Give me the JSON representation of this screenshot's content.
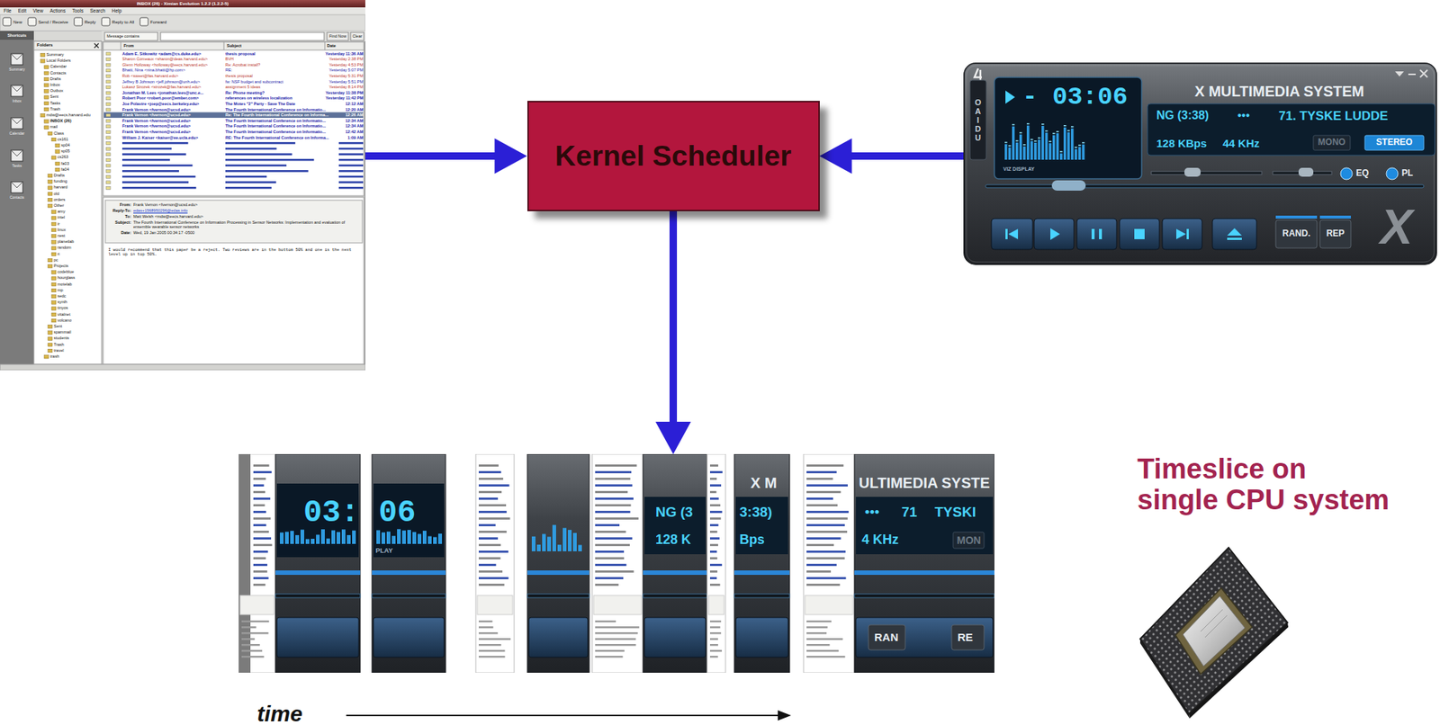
{
  "diagram": {
    "nodes": [
      {
        "text": [
          "INBOX (26) - Ximian Evolution 1.2.2 (1.2.2-5)",
          "File",
          "Edit",
          "View",
          "Actions",
          "Tools",
          "Search",
          "Help",
          "New",
          "Send / Receive",
          "Reply",
          "Reply to All",
          "Forward",
          "Shortcuts",
          "Summary",
          "Inbox",
          "Calendar",
          "Tasks",
          "Contacts",
          "Folders",
          "Summary",
          "Local Folders",
          "Calendar",
          "Contacts",
          "Drafts",
          "Inbox",
          "Outbox",
          "Sent",
          "Tasks",
          "Trash",
          "mdw@eecs.harvard.edu",
          "INBOX (26)",
          "mail",
          "Class",
          "cs161",
          "sp04",
          "sp05",
          "cs263",
          "fa03",
          "fa04",
          "Drafts",
          "funding",
          "harvard",
          "old",
          "orders",
          "Other",
          "amy",
          "intel",
          "ir",
          "linux",
          "nest",
          "planetlab",
          "random",
          "ri",
          "pc",
          "Projects",
          "codeblue",
          "hourglass",
          "motelab",
          "mp",
          "sedc",
          "synth",
          "tinyos",
          "vitalnet",
          "volcano",
          "Sent",
          "spammail",
          "students",
          "Trash",
          "travel",
          "trash",
          "Message contains",
          "Find Now",
          "Clear",
          "From",
          "Subject",
          "Date",
          "Adam E. Sitkowitz <adam@cs.duke.edu>",
          "thesis proposal",
          "Yesterday 11:36 AM",
          "Sharon Comeaux <sharon@deas.harvard.edu>",
          "BVH",
          "Yesterday 2:38 PM",
          "Glenn Holloway <holloway@eecs.harvard.edu>",
          "Re: Acrobat install?",
          "Yesterday 4:53 PM",
          "Bhatti, Nina <nina.bhatti@hp.com>",
          "RE:",
          "Yesterday 5:07 PM",
          "Rob <sweet@fas.harvard.edu>",
          "thesis proposal",
          "Yesterday 5:31 PM",
          "Jeffrey B Johnson <jeff.johnson@unh.edu>",
          "fw: NSF budget and subcontract",
          "Yesterday 5:51 PM",
          "Lukasz Strozek <strozek@fas.harvard.edu>",
          "assignment 5 ideas",
          "Yesterday 8:14 PM",
          "Jonathan M. Lees <jonathan.lees@unc.e...",
          "Re: Phone meeting?",
          "Yesterday 11:38 PM",
          "Robert Poor <robert.poor@ember.com>",
          "references on wireless localization",
          "Yesterday 11:42 PM",
          "Joe Polastre <joep@eecs.berkeley.edu>",
          "The Motes \"2\" Party - Save The Date",
          "12:12 AM",
          "Frank Vernon <fvernon@ucsd.edu>",
          "The Fourth International Conference on Informatio...",
          "12:20 AM",
          "Frank Vernon <fvernon@ucsd.edu>",
          "Re: The Fourth International Conference on Informa...",
          "12:26 AM",
          "Frank Vernon <fvernon@ucsd.edu>",
          "The Fourth International Conference on Informatio...",
          "12:34 AM",
          "Frank Vernon <fvernon@ucsd.edu>",
          "The Fourth International Conference on Informatio...",
          "12:34 AM",
          "Frank Vernon <fvernon@ucsd.edu>",
          "The Fourth International Conference on Informatio...",
          "12:42 AM",
          "William J. Kaiser <kaiser@ee.ucla.edu>",
          "RE: The Fourth International Conference on Informa...",
          "1:09 AM",
          "From:",
          "Frank Vernon <fvernon@ucsd.edu>",
          "Reply-To:",
          "edas+1568950296@edas.info",
          "To:",
          "Matt Welsh <mdw@eecs.harvard.edu>",
          "Subject:",
          "The Fourth International Conference on Information Processing in Sensor Networks: Implementation and evaluation of ensemble wearable sensor networks",
          "Date:",
          "Wed, 19 Jan 2005 00:34:17 -0500",
          "I would recommend that this paper be a reject. Two reviews are in the bottom 50% and one is the next level up in top 50%."
        ]
      },
      {
        "text": [
          "Kernel Scheduler"
        ]
      },
      {
        "text": [
          "X MULTIMEDIA SYSTEM",
          "- 03:06",
          "NG (3:38)",
          "•••",
          "71. TYSKE LUDDE",
          "128 KBps",
          "44 KHz",
          "MONO",
          "STEREO",
          "EQ",
          "PL",
          "VIZ DISPLAY",
          "OAIDU",
          "RAND.",
          "REP",
          "X"
        ]
      },
      {
        "text": [
          "03:",
          "06",
          "PLAY",
          "NG (3",
          "128 K",
          "X M",
          "3:38)",
          "Bps",
          "ULTIMEDIA SYSTE",
          "•••",
          "71",
          "TYSKI",
          "4 KHz",
          "MON",
          "RAN",
          "RE"
        ]
      }
    ],
    "edges": [
      {
        "from": 0,
        "to": 1,
        "arrow": "to"
      },
      {
        "from": 2,
        "to": 1,
        "arrow": "to"
      },
      {
        "from": 1,
        "to": 3,
        "arrow": "to"
      }
    ],
    "labels": [
      "time",
      "Timeslice on single CPU system"
    ]
  }
}
